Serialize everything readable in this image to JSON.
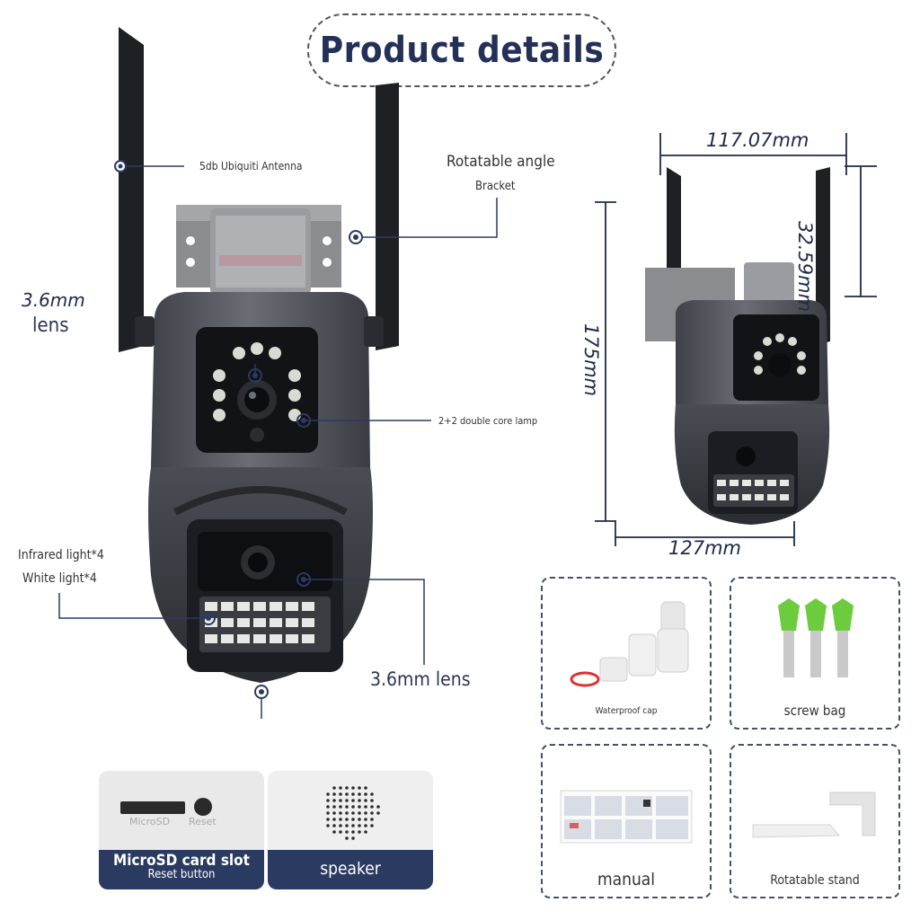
{
  "title": "Product details",
  "callouts": {
    "antenna": "5db Ubiquiti Antenna",
    "bracket_title": "Rotatable angle",
    "bracket_sub": "Bracket",
    "lens_top_value": "3.6mm",
    "lens_top_word": "lens",
    "lamp": "2+2 double core lamp",
    "infrared": "Infrared light*4",
    "white": "White light*4",
    "lens_bottom": "3.6mm lens"
  },
  "dimensions": {
    "top_width": "117.07mm",
    "antenna_height": "32.59mm",
    "height": "175mm",
    "bottom_width": "127mm"
  },
  "accessories": [
    {
      "label": "Waterproof cap",
      "icon": "waterproof-cap"
    },
    {
      "label": "screw bag",
      "icon": "screw-bag"
    },
    {
      "label": "manual",
      "icon": "manual"
    },
    {
      "label": "Rotatable stand",
      "icon": "rotatable-stand"
    }
  ],
  "features": {
    "microsd_title": "MicroSD card slot",
    "microsd_sub": "Reset button",
    "microsd_print_left": "MicroSD",
    "microsd_print_right": "Reset",
    "speaker": "speaker"
  },
  "colors": {
    "navy": "#2b3a60",
    "camera_body": "#55585f",
    "camera_dark": "#1d1f24",
    "accent_green": "#6ccc3e"
  }
}
